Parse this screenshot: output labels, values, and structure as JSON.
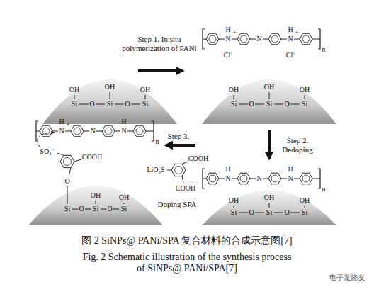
{
  "diagram": {
    "caption": "图 2 SiNPs@ PANi/SPA 复合材料的合成示意图[7]",
    "labels": [
      "Step 1. In situ polymerization of PANi",
      "Step 2. Dedoping",
      "Step 3.",
      "Doping SPA",
      "OH",
      "OH",
      "OH",
      "Si",
      "Si",
      "Si",
      "O",
      "O",
      "OH",
      "OH",
      "OH",
      "Si",
      "Si",
      "Si",
      "O",
      "O",
      "N",
      "N",
      "N",
      "H",
      "H",
      "+",
      "+",
      "Cl⁻",
      "Cl⁻",
      "n",
      "N",
      "N",
      "N",
      "H",
      "H",
      "n",
      "OH",
      "OH",
      "OH",
      "Si",
      "Si",
      "Si",
      "O",
      "O",
      "N",
      "N",
      "N",
      "H",
      "+",
      "H",
      "n",
      "SO₃⁻",
      "COOH",
      "O",
      "OH",
      "OH",
      "Si",
      "Si",
      "Si",
      "O",
      "O",
      "LiO₃S",
      "COOH",
      "COOH",
      "Fig. 2 Schematic illustration of the synthesis process of SiNPs@ PANi/SPA[7]",
      "电子发烧友"
    ]
  }
}
